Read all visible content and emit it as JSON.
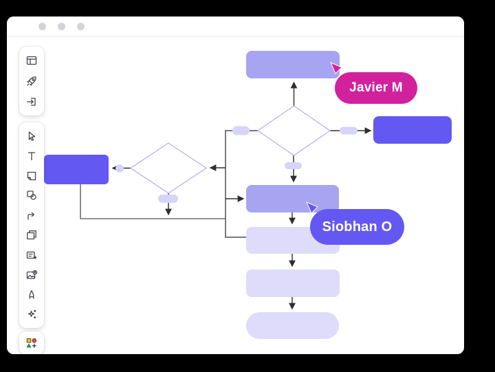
{
  "titlebar": {
    "dot_color": "#d2d4d9",
    "dots": [
      "window-dot-1",
      "window-dot-2",
      "window-dot-3"
    ]
  },
  "toolbar": {
    "groups": [
      {
        "name": "top-tools",
        "items": [
          "templates",
          "rocket",
          "import"
        ]
      },
      {
        "name": "main-tools",
        "items": [
          "select",
          "text",
          "sticky-note",
          "shapes",
          "connector",
          "frames",
          "card",
          "upload-image",
          "pen",
          "ai-sparkle"
        ]
      },
      {
        "name": "bottom-tools",
        "items": [
          "apps"
        ]
      }
    ]
  },
  "collaborators": [
    {
      "name": "Javier M",
      "color": "#d2219c"
    },
    {
      "name": "Siobhan O",
      "color": "#6458f2"
    }
  ],
  "flowchart": {
    "colors": {
      "vivid": "#6458f2",
      "medium": "#a7a4f2",
      "light": "#dedcfa",
      "label_pill": "#d6d4f7",
      "diamond_stroke": "#b4b1f2",
      "diamond_fill": "#ffffff",
      "line_dark": "#2e2e2e",
      "line_gray": "#6f6f6f"
    },
    "nodes": [
      {
        "id": "process-top",
        "shape": "rounded-rect",
        "fill": "medium",
        "text": ""
      },
      {
        "id": "decision-1",
        "shape": "diamond",
        "fill": "white",
        "text": ""
      },
      {
        "id": "process-right",
        "shape": "rounded-rect",
        "fill": "vivid",
        "text": ""
      },
      {
        "id": "decision-2",
        "shape": "diamond",
        "fill": "white",
        "text": ""
      },
      {
        "id": "process-left",
        "shape": "rounded-rect",
        "fill": "vivid",
        "text": ""
      },
      {
        "id": "process-mid",
        "shape": "rounded-rect",
        "fill": "medium",
        "text": ""
      },
      {
        "id": "process-light-1",
        "shape": "rounded-rect",
        "fill": "light",
        "text": ""
      },
      {
        "id": "process-light-2",
        "shape": "rounded-rect",
        "fill": "light",
        "text": ""
      },
      {
        "id": "terminator",
        "shape": "stadium",
        "fill": "light",
        "text": ""
      }
    ],
    "edge_labels": [
      "pill",
      "pill",
      "pill",
      "pill",
      "dot"
    ]
  }
}
